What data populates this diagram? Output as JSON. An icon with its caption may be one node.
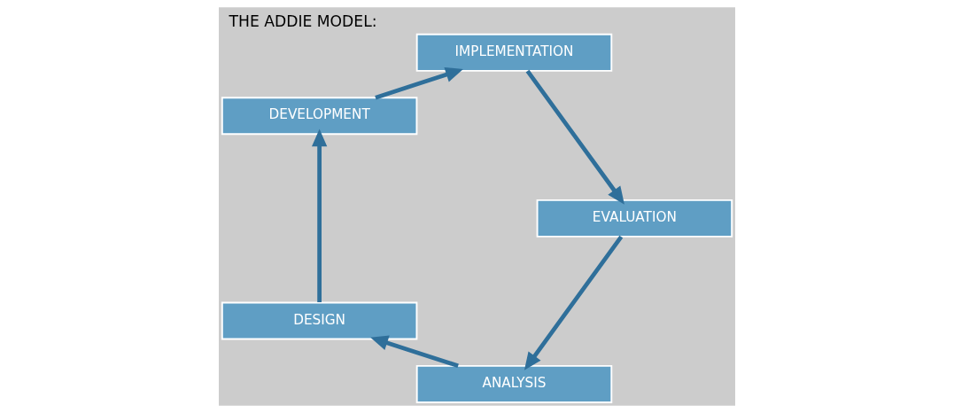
{
  "diagram": {
    "title": "THE ADDIE MODEL:",
    "nodes": [
      {
        "text": [
          "ANALYSIS"
        ]
      },
      {
        "text": [
          "DESIGN"
        ]
      },
      {
        "text": [
          "DEVELOPMENT"
        ]
      },
      {
        "text": [
          "IMPLEMENTATION"
        ]
      },
      {
        "text": [
          "EVALUATION"
        ]
      }
    ],
    "edges": [
      {
        "from": 0,
        "to": 1,
        "arrow": "to"
      },
      {
        "from": 1,
        "to": 2,
        "arrow": "to"
      },
      {
        "from": 2,
        "to": 3,
        "arrow": "to"
      },
      {
        "from": 3,
        "to": 4,
        "arrow": "to"
      },
      {
        "from": 4,
        "to": 0,
        "arrow": "to"
      }
    ]
  }
}
